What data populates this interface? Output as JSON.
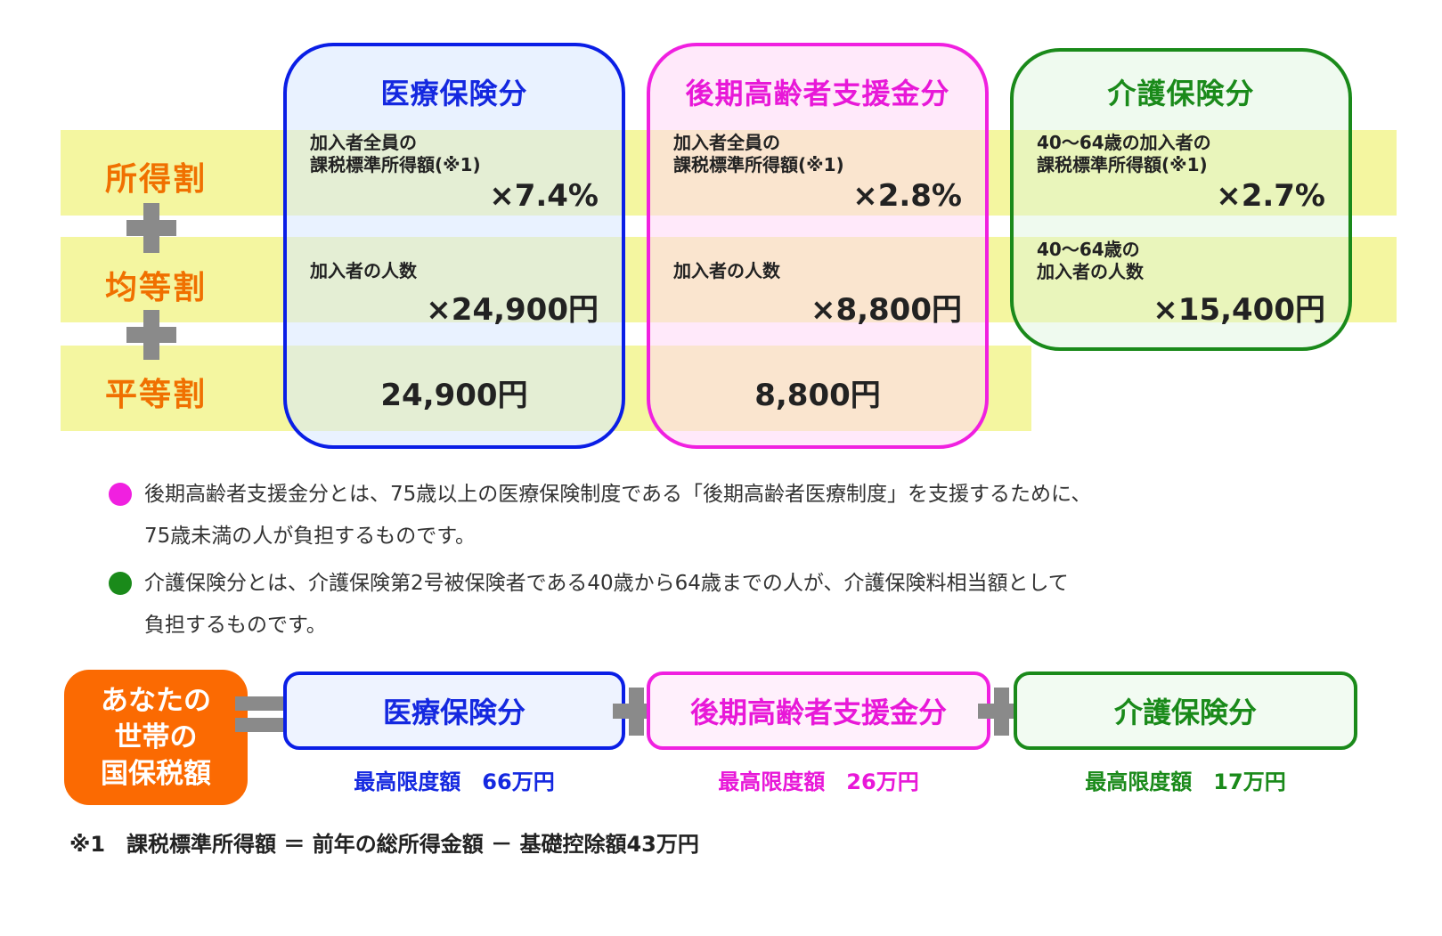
{
  "rows": {
    "income": "所得割",
    "per_capita": "均等割",
    "per_household": "平等割"
  },
  "columns": {
    "medical": {
      "title": "医療保険分",
      "income_desc_1": "加入者全員の",
      "income_desc_2": "課税標準所得額(※1)",
      "income_rate": "×7.4%",
      "per_capita_desc": "加入者の人数",
      "per_capita_rate": "×24,900円",
      "per_household": "24,900円"
    },
    "support": {
      "title": "後期高齢者支援金分",
      "income_desc_1": "加入者全員の",
      "income_desc_2": "課税標準所得額(※1)",
      "income_rate": "×2.8%",
      "per_capita_desc": "加入者の人数",
      "per_capita_rate": "×8,800円",
      "per_household": "8,800円"
    },
    "care": {
      "title": "介護保険分",
      "income_desc_1": "40〜64歳の加入者の",
      "income_desc_2": "課税標準所得額(※1)",
      "income_rate": "×2.7%",
      "per_capita_desc_1": "40〜64歳の",
      "per_capita_desc_2": "加入者の人数",
      "per_capita_rate": "×15,400円"
    }
  },
  "notes": {
    "support_line1": "後期高齢者支援金分とは、75歳以上の医療保険制度である「後期高齢者医療制度」を支援するために、",
    "support_line2": "75歳未満の人が負担するものです。",
    "care_line1": "介護保険分とは、介護保険第2号被保険者である40歳から64歳までの人が、介護保険料相当額として",
    "care_line2": "負担するものです。"
  },
  "formula": {
    "total_line1": "あなたの",
    "total_line2": "世帯の",
    "total_line3": "国保税額",
    "medical": "医療保険分",
    "support": "後期高齢者支援金分",
    "care": "介護保険分",
    "medical_max": "最高限度額　66万円",
    "support_max": "最高限度額　26万円",
    "care_max": "最高限度額　17万円"
  },
  "footnote": "※1　課税標準所得額 ＝ 前年の総所得金額 － 基礎控除額43万円",
  "colors": {
    "blue": "#1428e0",
    "pink": "#e818d8",
    "green": "#1a8a1a",
    "orange": "#f07000",
    "band": "#f4f6a0"
  }
}
